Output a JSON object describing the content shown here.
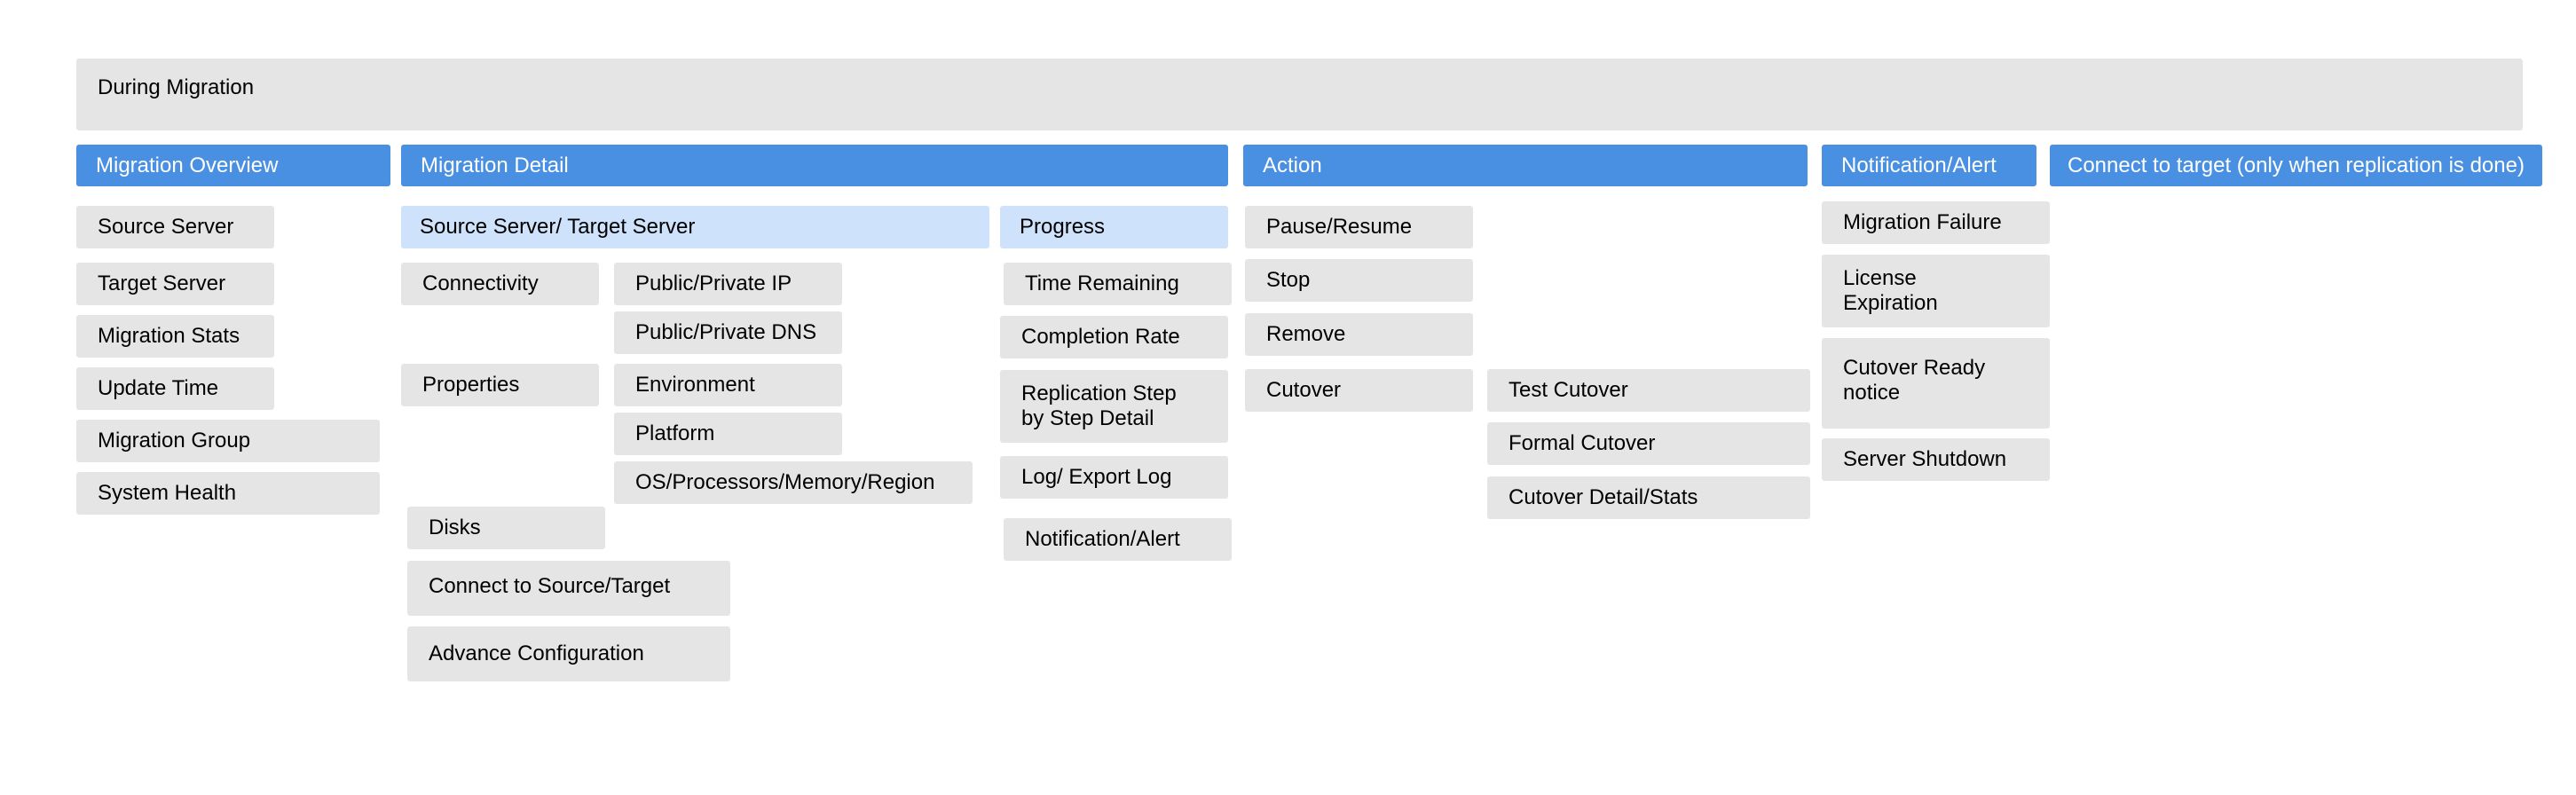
{
  "title": "During Migration",
  "headers": {
    "migration_overview": "Migration Overview",
    "migration_detail": "Migration Detail",
    "action": "Action",
    "notification_alert": "Notification/Alert",
    "connect_to_target": "Connect to target (only when replication is done)"
  },
  "overview": {
    "source_server": "Source Server",
    "target_server": "Target Server",
    "migration_stats": "Migration Stats",
    "update_time": "Update Time",
    "migration_group": "Migration Group",
    "system_health": "System Health"
  },
  "detail": {
    "source_target_server": "Source Server/ Target Server",
    "connectivity": "Connectivity",
    "public_private_ip": "Public/Private IP",
    "public_private_dns": "Public/Private DNS",
    "properties": "Properties",
    "environment": "Environment",
    "platform": "Platform",
    "os_processors": "OS/Processors/Memory/Region",
    "disks": "Disks",
    "connect_source_target": "Connect to Source/Target",
    "advance_configuration": "Advance Configuration"
  },
  "progress": {
    "header": "Progress",
    "time_remaining": "Time Remaining",
    "completion_rate": "Completion Rate",
    "replication_step": "Replication Step by Step Detail",
    "log_export": "Log/ Export Log",
    "notification_alert": "Notification/Alert"
  },
  "action": {
    "pause_resume": "Pause/Resume",
    "stop": "Stop",
    "remove": "Remove",
    "cutover": "Cutover",
    "test_cutover": "Test Cutover",
    "formal_cutover": "Formal Cutover",
    "cutover_detail": "Cutover Detail/Stats"
  },
  "notification": {
    "migration_failure": "Migration Failure",
    "license_expiration": "License Expiration",
    "cutover_ready": "Cutover Ready notice",
    "server_shutdown": "Server Shutdown"
  },
  "colors": {
    "header_blue": "#4a90e2",
    "subheader_light_blue": "#cfe2fb",
    "node_gray": "#e5e5e5"
  }
}
